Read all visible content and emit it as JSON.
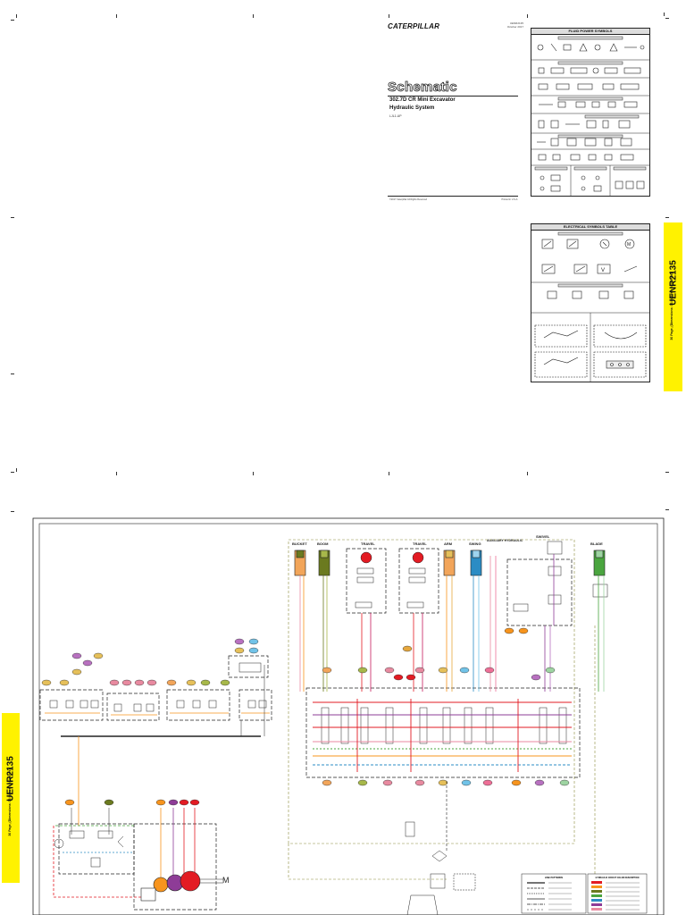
{
  "brand": "CATERPILLAR",
  "doc_number": "UENR2135",
  "doc_date": "October 2017",
  "title": "Schematic",
  "subtitle_line1": "302.7D CR Mini Excavator",
  "subtitle_line2": "Hydraulic System",
  "serial": "LJL1-UP",
  "footer_left": "©2017 Caterpillar All Rights Reserved",
  "footer_right": "Printed in U.S.A.",
  "fluid_table_title": "FLUID POWER SYMBOLS",
  "electrical_table_title": "ELECTRICAL SYMBOLS TABLE",
  "tab_number": "UENR2135",
  "tab_pages": "30 Page, (Dimensions: 33 inches x 24 inches)",
  "circuit_labels": {
    "bucket": "BUCKET",
    "boom": "BOOM",
    "travel_left": "TRAVEL",
    "travel_right": "TRAVEL",
    "arm": "ARM",
    "swing": "SWING",
    "auxiliary": "AUXILIARY HYDRAULIC",
    "swivel": "SWIVEL",
    "blade": "BLADE"
  },
  "motor_label": "M",
  "line_legend_title": "LINE PATTERNS",
  "color_legend_title": "HYDRAULIC CIRCUIT COLOR DESCRIPTION",
  "colors": {
    "pressure_red": "#e31b23",
    "pilot_purple": "#8e3c97",
    "return_blue": "#2b8cc4",
    "drain_green": "#4aa53f",
    "orange": "#f7941d",
    "olive": "#6b7a1f",
    "pink": "#e88aa0",
    "yellow_tab": "#fff200"
  }
}
